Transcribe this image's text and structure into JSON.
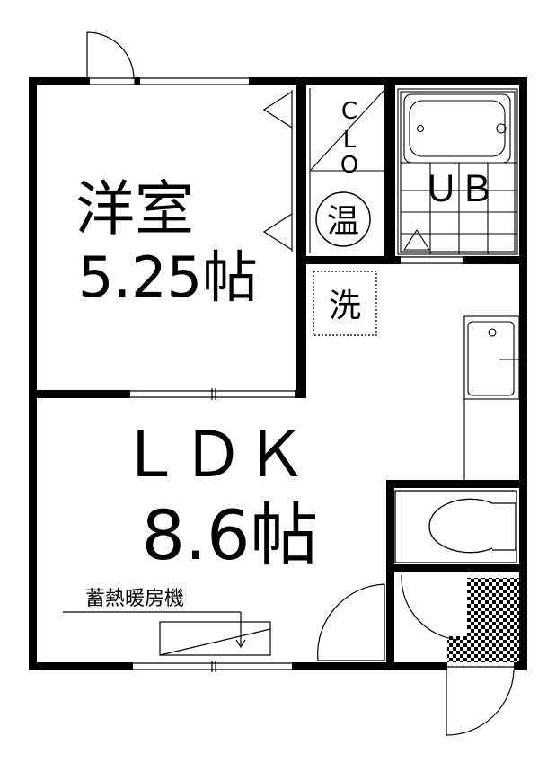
{
  "rooms": {
    "western_room": {
      "name": "洋室",
      "size": "5.25帖"
    },
    "ldk": {
      "name": "ＬＤＫ",
      "size": "8.6帖"
    }
  },
  "closet": {
    "letters": [
      "C",
      "L",
      "O"
    ]
  },
  "water_heater": {
    "label": "温"
  },
  "unit_bath": {
    "label": "ＵＢ"
  },
  "washer": {
    "label": "洗"
  },
  "heater": {
    "label": "蓄熱暖房機"
  }
}
